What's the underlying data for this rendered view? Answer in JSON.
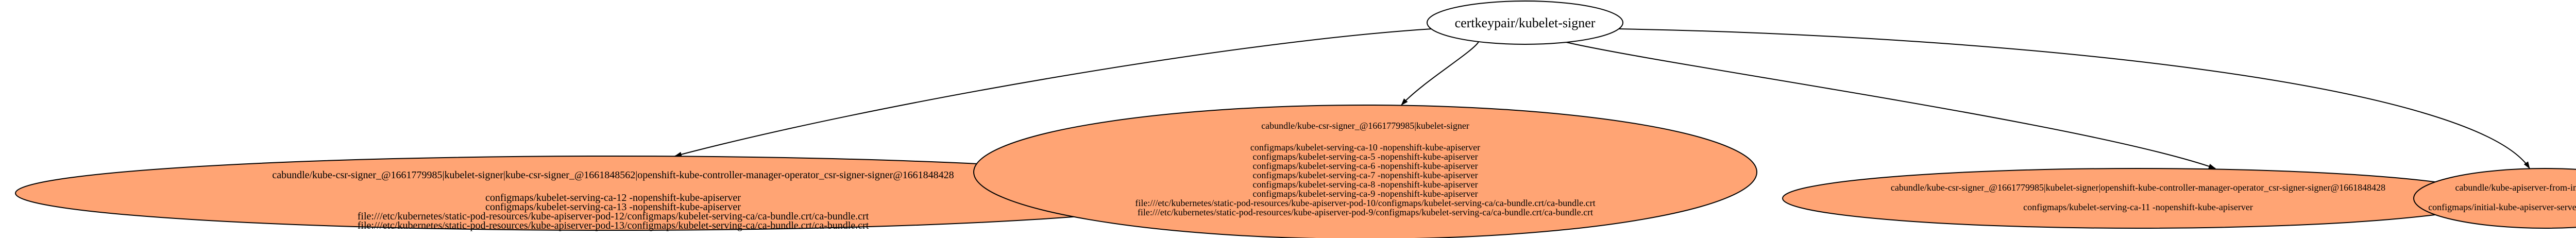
{
  "colors": {
    "edge": "#000000",
    "leaf_fill": "#ffa474",
    "root_fill": "#ffffff",
    "stroke": "#000000"
  },
  "root": {
    "label": "certkeypair/kubelet-signer"
  },
  "leaves": [
    {
      "title": "cabundle/kube-csr-signer_@1661779985|kubelet-signer|kube-csr-signer_@1661848562|openshift-kube-controller-manager-operator_csr-signer-signer@1661848428",
      "lines": [
        "configmaps/kubelet-serving-ca-12 -nopenshift-kube-apiserver",
        "configmaps/kubelet-serving-ca-13 -nopenshift-kube-apiserver",
        "file:///etc/kubernetes/static-pod-resources/kube-apiserver-pod-12/configmaps/kubelet-serving-ca/ca-bundle.crt/ca-bundle.crt",
        "file:///etc/kubernetes/static-pod-resources/kube-apiserver-pod-13/configmaps/kubelet-serving-ca/ca-bundle.crt/ca-bundle.crt"
      ]
    },
    {
      "title": "cabundle/kube-csr-signer_@1661779985|kubelet-signer",
      "lines": [
        "configmaps/kubelet-serving-ca-10 -nopenshift-kube-apiserver",
        "configmaps/kubelet-serving-ca-5 -nopenshift-kube-apiserver",
        "configmaps/kubelet-serving-ca-6 -nopenshift-kube-apiserver",
        "configmaps/kubelet-serving-ca-7 -nopenshift-kube-apiserver",
        "configmaps/kubelet-serving-ca-8 -nopenshift-kube-apiserver",
        "configmaps/kubelet-serving-ca-9 -nopenshift-kube-apiserver",
        "file:///etc/kubernetes/static-pod-resources/kube-apiserver-pod-10/configmaps/kubelet-serving-ca/ca-bundle.crt/ca-bundle.crt",
        "file:///etc/kubernetes/static-pod-resources/kube-apiserver-pod-9/configmaps/kubelet-serving-ca/ca-bundle.crt/ca-bundle.crt"
      ]
    },
    {
      "title": "cabundle/kube-csr-signer_@1661779985|kubelet-signer|openshift-kube-controller-manager-operator_csr-signer-signer@1661848428",
      "lines": [
        "configmaps/kubelet-serving-ca-11 -nopenshift-kube-apiserver"
      ]
    },
    {
      "title": "cabundle/kube-apiserver-from-installer-client-ca",
      "lines": [
        "configmaps/initial-kube-apiserver-server-ca -nopenshift-config"
      ]
    }
  ]
}
